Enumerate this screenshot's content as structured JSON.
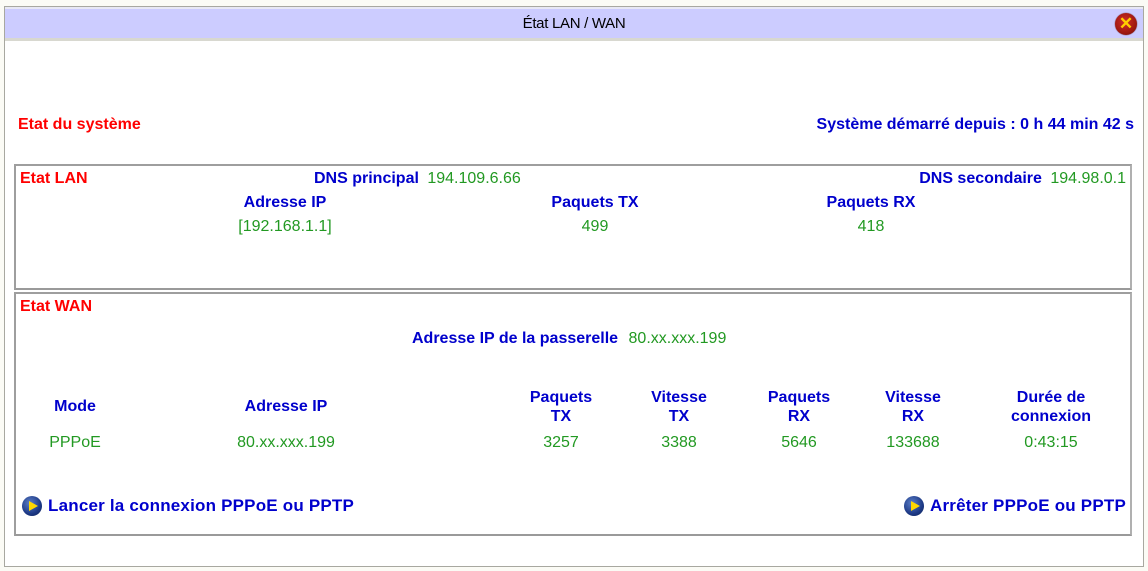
{
  "window": {
    "title": "État LAN / WAN",
    "close_icon": "close-icon"
  },
  "system": {
    "label": "Etat du système",
    "uptime": "Système démarré depuis : 0 h 44 min 42 s"
  },
  "lan": {
    "title": "Etat LAN",
    "dns_primary_label": "DNS principal",
    "dns_primary_value": "194.109.6.66",
    "dns_secondary_label": "DNS secondaire",
    "dns_secondary_value": "194.98.0.1",
    "columns": [
      "Adresse IP",
      "Paquets TX",
      "Paquets RX"
    ],
    "values": [
      "[192.168.1.1]",
      "499",
      "418"
    ]
  },
  "wan": {
    "title": "Etat WAN",
    "gateway_label": "Adresse IP de la passerelle",
    "gateway_value": "80.xx.xxx.199",
    "columns": [
      {
        "line1": "Mode",
        "line2": ""
      },
      {
        "line1": "Adresse IP",
        "line2": ""
      },
      {
        "line1": "Paquets",
        "line2": "TX"
      },
      {
        "line1": "Vitesse",
        "line2": "TX"
      },
      {
        "line1": "Paquets",
        "line2": "RX"
      },
      {
        "line1": "Vitesse",
        "line2": "RX"
      },
      {
        "line1": "Durée de",
        "line2": "connexion"
      }
    ],
    "row": [
      "PPPoE",
      "80.xx.xxx.199",
      "3257",
      "3388",
      "5646",
      "133688",
      "0:43:15"
    ],
    "start_link": "Lancer la connexion PPPoE ou PPTP",
    "stop_link": "Arrêter PPPoE ou PPTP",
    "link_icon": "play-circle-icon"
  },
  "colors": {
    "title_bar": "#ccccff",
    "section_label": "#ff0000",
    "field_label": "#0000cc",
    "value": "#229922"
  }
}
